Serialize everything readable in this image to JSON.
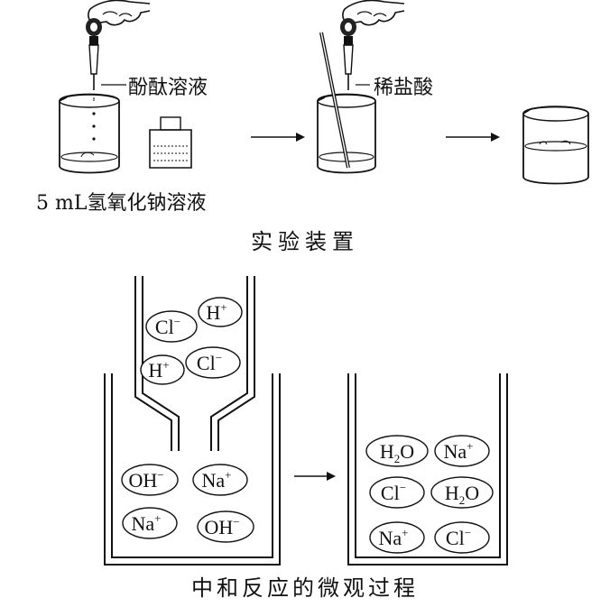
{
  "labels": {
    "phenolphthalein": "酚酞溶液",
    "naoh_solution": "5 mL氢氧化钠溶液",
    "dilute_hcl": "稀盐酸",
    "apparatus_caption": "实验装置",
    "micro_caption": "中和反应的微观过程"
  },
  "ions": {
    "cl_minus": "Cl",
    "h_plus": "H",
    "oh_minus": "OH",
    "na_plus": "Na",
    "h2o_h": "H",
    "h2o_2": "2",
    "h2o_o": "O",
    "plus_sign": "+",
    "minus_sign": "−"
  }
}
